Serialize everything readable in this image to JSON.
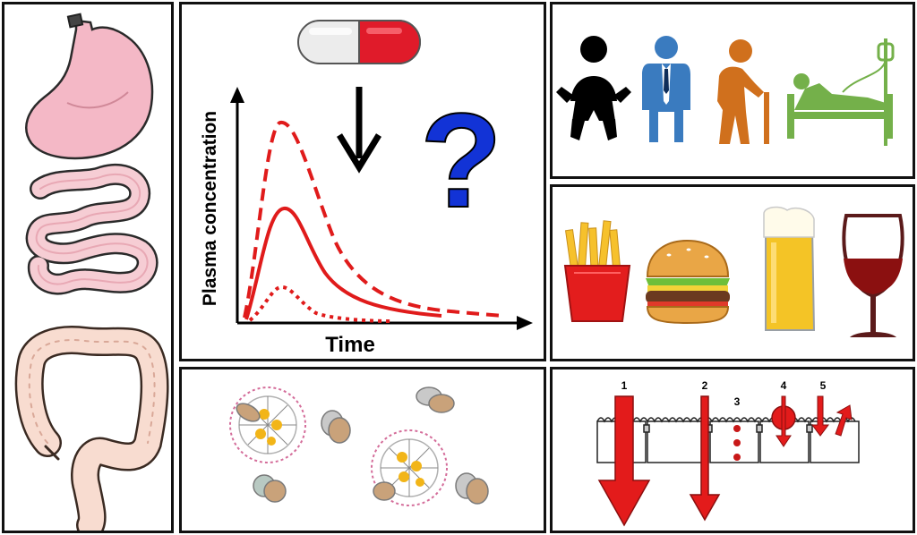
{
  "graph": {
    "xlabel": "Time",
    "ylabel": "Plasma concentration",
    "question": "?"
  },
  "transport": {
    "route_labels": [
      "1",
      "2",
      "3",
      "4",
      "5"
    ]
  },
  "colors": {
    "curve": "#e01b1b",
    "question": "#1233d6",
    "person_child": "#000000",
    "person_adult": "#3a7bbf",
    "person_elderly": "#d0701d",
    "person_patient": "#74b04a",
    "arrow_red": "#e31b1b"
  },
  "icons": {
    "gi_panel": [
      "stomach-icon",
      "small-intestine-icon",
      "large-intestine-icon"
    ],
    "drug_panel": [
      "capsule-icon",
      "down-arrow-icon"
    ],
    "population_panel": [
      "baby-icon",
      "adult-man-icon",
      "elderly-person-icon",
      "hospital-patient-icon"
    ],
    "food_panel": [
      "fries-icon",
      "burger-icon",
      "beer-icon",
      "wine-icon"
    ],
    "formulation_panel": [
      "micelle-icon",
      "phospholipid-vesicle-icon"
    ]
  }
}
